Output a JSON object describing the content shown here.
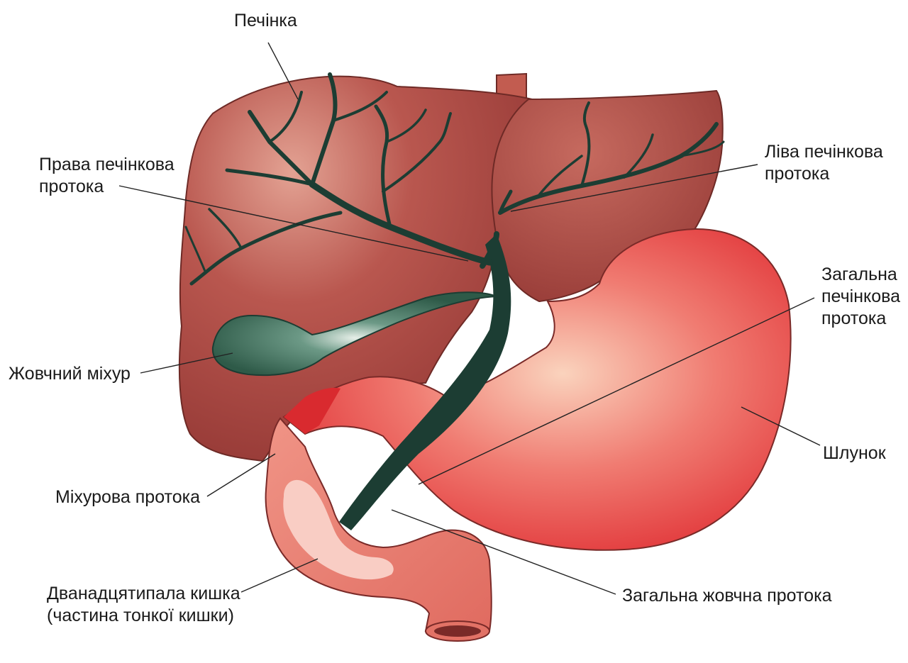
{
  "labels": {
    "liver": "Печінка",
    "right_duct": [
      "Права печінкова",
      "протока"
    ],
    "left_duct": [
      "Ліва печінкова",
      "протока"
    ],
    "common_hepatic": [
      "Загальна",
      "печінкова",
      "протока"
    ],
    "gallbladder": "Жовчний міхур",
    "stomach": "Шлунок",
    "cystic_duct": "Міхурова протока",
    "duodenum": [
      "Дванадцятипала кишка",
      "(частина тонкої кишки)"
    ],
    "common_bile": "Загальна жовчна протока"
  },
  "colors": {
    "liver": "#a8443f",
    "liver_light": "#d98a80",
    "ducts": "#1c3d33",
    "gallbladder": "#3d6e5a",
    "stomach": "#e8484a",
    "stomach_light": "#f9c9b4",
    "duodenum": "#e8786c",
    "duodenum_inner": "#f8c8c0"
  }
}
